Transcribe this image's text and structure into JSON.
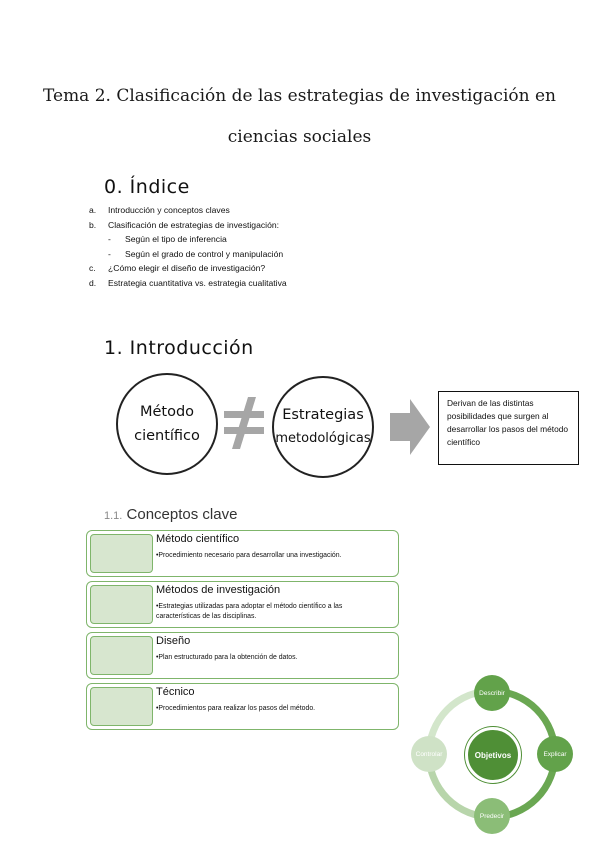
{
  "title": {
    "line1": "Tema 2. Clasificación de las estrategias de investigación en",
    "line2": "ciencias sociales"
  },
  "index": {
    "heading": "0. Índice",
    "items": [
      {
        "marker": "a.",
        "text": "Introducción y conceptos claves"
      },
      {
        "marker": "b.",
        "text": "Clasificación de estrategias de investigación:"
      },
      {
        "marker": "-",
        "text": "Según el tipo de inferencia"
      },
      {
        "marker": "-",
        "text": "Según el grado de control y manipulación"
      },
      {
        "marker": "c.",
        "text": "¿Cómo elegir el diseño de investigación?"
      },
      {
        "marker": "d.",
        "text": "Estrategia cuantitativa vs. estrategia cualitativa"
      }
    ]
  },
  "intro": {
    "heading": "1. Introducción",
    "circle1_line1": "Método",
    "circle1_line2": "científico",
    "not_equal": "≠",
    "circle2_line1": "Estrategias",
    "circle2_line2": "metodológicas",
    "note": "Derivan de las distintas posibilidades que surgen al desarrollar los pasos del método científico"
  },
  "concepts": {
    "heading_num": "1.1.",
    "heading": "Conceptos clave",
    "items": [
      {
        "title": "Método científico",
        "desc": "•Procedimiento necesario para desarrollar una investigación."
      },
      {
        "title": "Métodos de investigación",
        "desc": "•Estrategias utilizadas para adoptar el método científico a las características de las disciplinas."
      },
      {
        "title": "Diseño",
        "desc": "•Plan estructurado para la obtención de datos."
      },
      {
        "title": "Técnico",
        "desc": "•Procedimientos para realizar los pasos del método."
      }
    ]
  },
  "cycle": {
    "center": "Objetivos",
    "top": "Describir",
    "right": "Explicar",
    "bottom": "Predecir",
    "left": "Controlar"
  },
  "colors": {
    "green_border": "#7fb56b",
    "green_fill": "#d7e6cf",
    "green_dark": "#4f8f36",
    "arrow_gray": "#a6a6a6"
  }
}
